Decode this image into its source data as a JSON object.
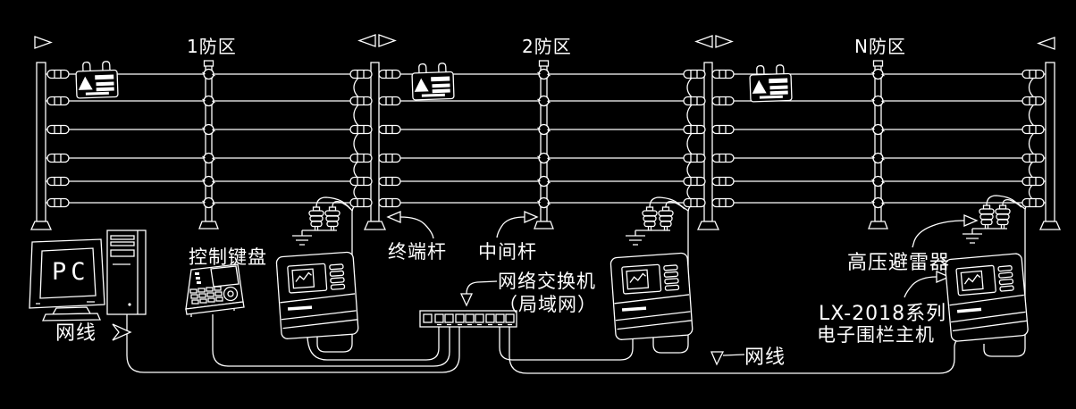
{
  "diagram": {
    "background_color": "#000000",
    "line_color": "#ffffff",
    "zones": {
      "zone1_label": "1防区",
      "zone2_label": "2防区",
      "zoneN_label": "N防区"
    },
    "labels": {
      "pc_screen": "PC",
      "pc_cable": "网线",
      "control_keyboard": "控制键盘",
      "terminal_pole": "终端杆",
      "middle_pole": "中间杆",
      "network_switch_line1": "网络交换机",
      "network_switch_line2": "（局域网）",
      "hv_arrester": "高压避雷器",
      "host_series_line1": "LX-2018系列",
      "host_series_line2": "电子围栏主机",
      "right_cable": "网线"
    },
    "icons": {
      "zone_boundary_left": "left-open-triangle-icon",
      "zone_boundary_right": "right-open-triangle-icon",
      "warning_sign": "electric-warning-sign",
      "ground": "ground-symbol",
      "cursor": "cursor-arrow-icon"
    },
    "fence": {
      "wire_count": 6,
      "pole_types": [
        "terminal-pole",
        "middle-pole"
      ],
      "zone_count_labels": [
        "1",
        "2",
        "N"
      ]
    }
  }
}
